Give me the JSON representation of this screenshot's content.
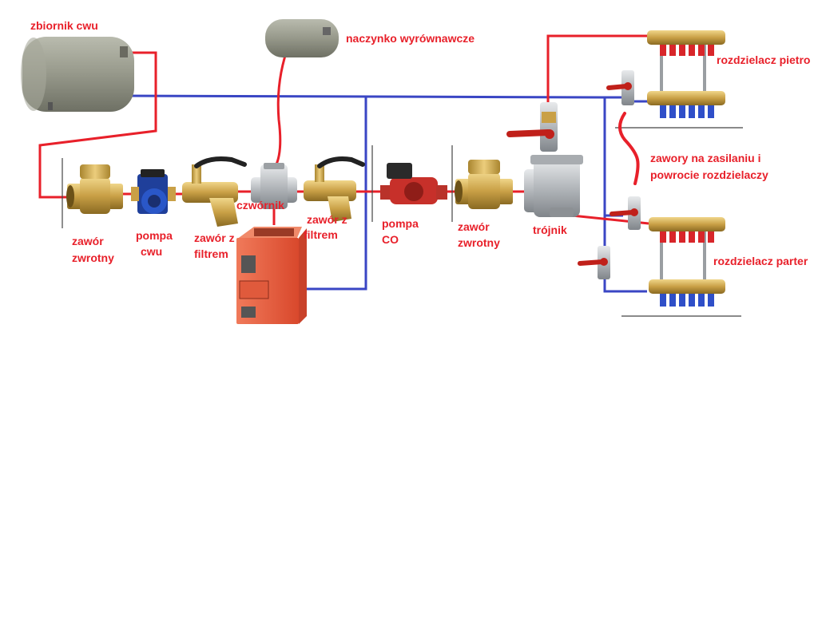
{
  "colors": {
    "label": "#e8202a",
    "supply_pipe": "#e8202a",
    "return_pipe": "#3a46c4",
    "brass": "#c9a046",
    "boiler": "#e8563a",
    "tank": "#8f9183"
  },
  "labels": {
    "tank": "zbiornik cwu",
    "expansion": "naczynko wyrównawcze",
    "manifold_top": "rozdzielacz pietro",
    "valves_note_line1": "zawory na zasilaniu i",
    "valves_note_line2": "powrocie rozdzielaczy",
    "manifold_bottom": "rozdzielacz parter",
    "check_valve_1_l1": "zawór",
    "check_valve_1_l2": "zwrotny",
    "pump_cwu_l1": "pompa",
    "pump_cwu_l2": "cwu",
    "filter_valve_1_l1": "zawór z",
    "filter_valve_1_l2": "filtrem",
    "cross": "czwórnik",
    "filter_valve_2_l1": "zawór z",
    "filter_valve_2_l2": "filtrem",
    "pump_co_l1": "pompa",
    "pump_co_l2": "CO",
    "check_valve_2_l1": "zawór",
    "check_valve_2_l2": "zwrotny",
    "tee": "trójnik"
  },
  "icons": {
    "tank": "hot-water-tank-icon",
    "expansion": "expansion-vessel-icon",
    "check_valve": "check-valve-icon",
    "pump": "circulation-pump-icon",
    "filter_valve": "filter-ball-valve-icon",
    "cross": "pipe-cross-icon",
    "boiler": "boiler-icon",
    "tee": "pipe-tee-icon",
    "ball_valve": "ball-valve-icon",
    "manifold": "manifold-icon"
  }
}
